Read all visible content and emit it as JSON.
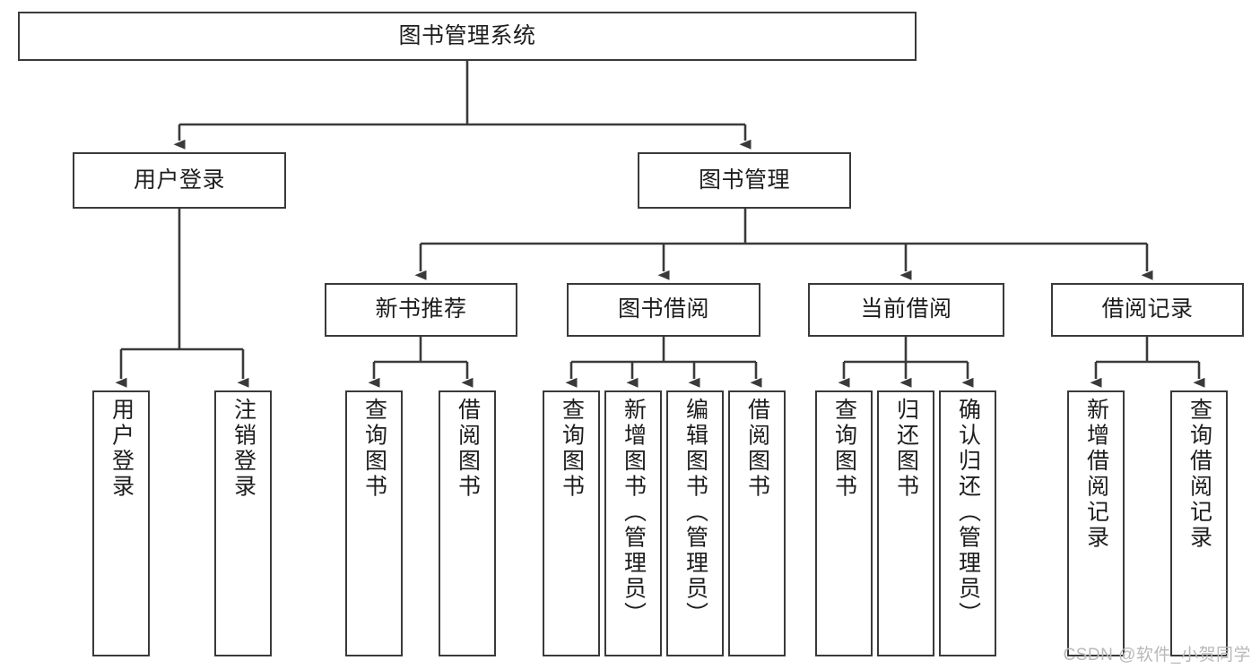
{
  "diagram": {
    "title": "图书管理系统",
    "type": "hierarchy-tree",
    "orientation": "top-down",
    "colors": {
      "box_stroke": "#3a3a3a",
      "box_fill": "#ffffff",
      "connector": "#3a3a3a",
      "text": "#1d1d1d",
      "background": "#ffffff",
      "watermark": "#b9b9b9"
    },
    "nodes": {
      "root": {
        "label": "图书管理系统"
      },
      "level1": [
        {
          "id": "user-login",
          "label": "用户登录"
        },
        {
          "id": "book-management",
          "label": "图书管理"
        }
      ],
      "level2": [
        {
          "id": "new-book-recommend",
          "label": "新书推荐",
          "parent": "book-management"
        },
        {
          "id": "book-borrow",
          "label": "图书借阅",
          "parent": "book-management"
        },
        {
          "id": "current-borrow",
          "label": "当前借阅",
          "parent": "book-management"
        },
        {
          "id": "borrow-record",
          "label": "借阅记录",
          "parent": "book-management"
        }
      ],
      "leaves": [
        {
          "id": "leaf-user-login",
          "label": "用户登录",
          "parent": "user-login"
        },
        {
          "id": "leaf-logout-login",
          "label": "注销登录",
          "parent": "user-login"
        },
        {
          "id": "leaf-query-book-1",
          "label": "查询图书",
          "parent": "new-book-recommend"
        },
        {
          "id": "leaf-borrow-book-1",
          "label": "借阅图书",
          "parent": "new-book-recommend"
        },
        {
          "id": "leaf-query-book-2",
          "label": "查询图书",
          "parent": "book-borrow"
        },
        {
          "id": "leaf-add-book-admin",
          "label": "新增图书（管理员）",
          "parent": "book-borrow"
        },
        {
          "id": "leaf-edit-book-admin",
          "label": "编辑图书（管理员）",
          "parent": "book-borrow"
        },
        {
          "id": "leaf-borrow-book-2",
          "label": "借阅图书",
          "parent": "book-borrow"
        },
        {
          "id": "leaf-query-book-3",
          "label": "查询图书",
          "parent": "current-borrow"
        },
        {
          "id": "leaf-return-book",
          "label": "归还图书",
          "parent": "current-borrow"
        },
        {
          "id": "leaf-confirm-return-admin",
          "label": "确认归还（管理员）",
          "parent": "current-borrow"
        },
        {
          "id": "leaf-add-borrow-record",
          "label": "新增借阅记录",
          "parent": "borrow-record"
        },
        {
          "id": "leaf-query-borrow-record",
          "label": "查询借阅记录",
          "parent": "borrow-record"
        }
      ]
    },
    "watermark": "CSDN @软件_小贺同学"
  }
}
